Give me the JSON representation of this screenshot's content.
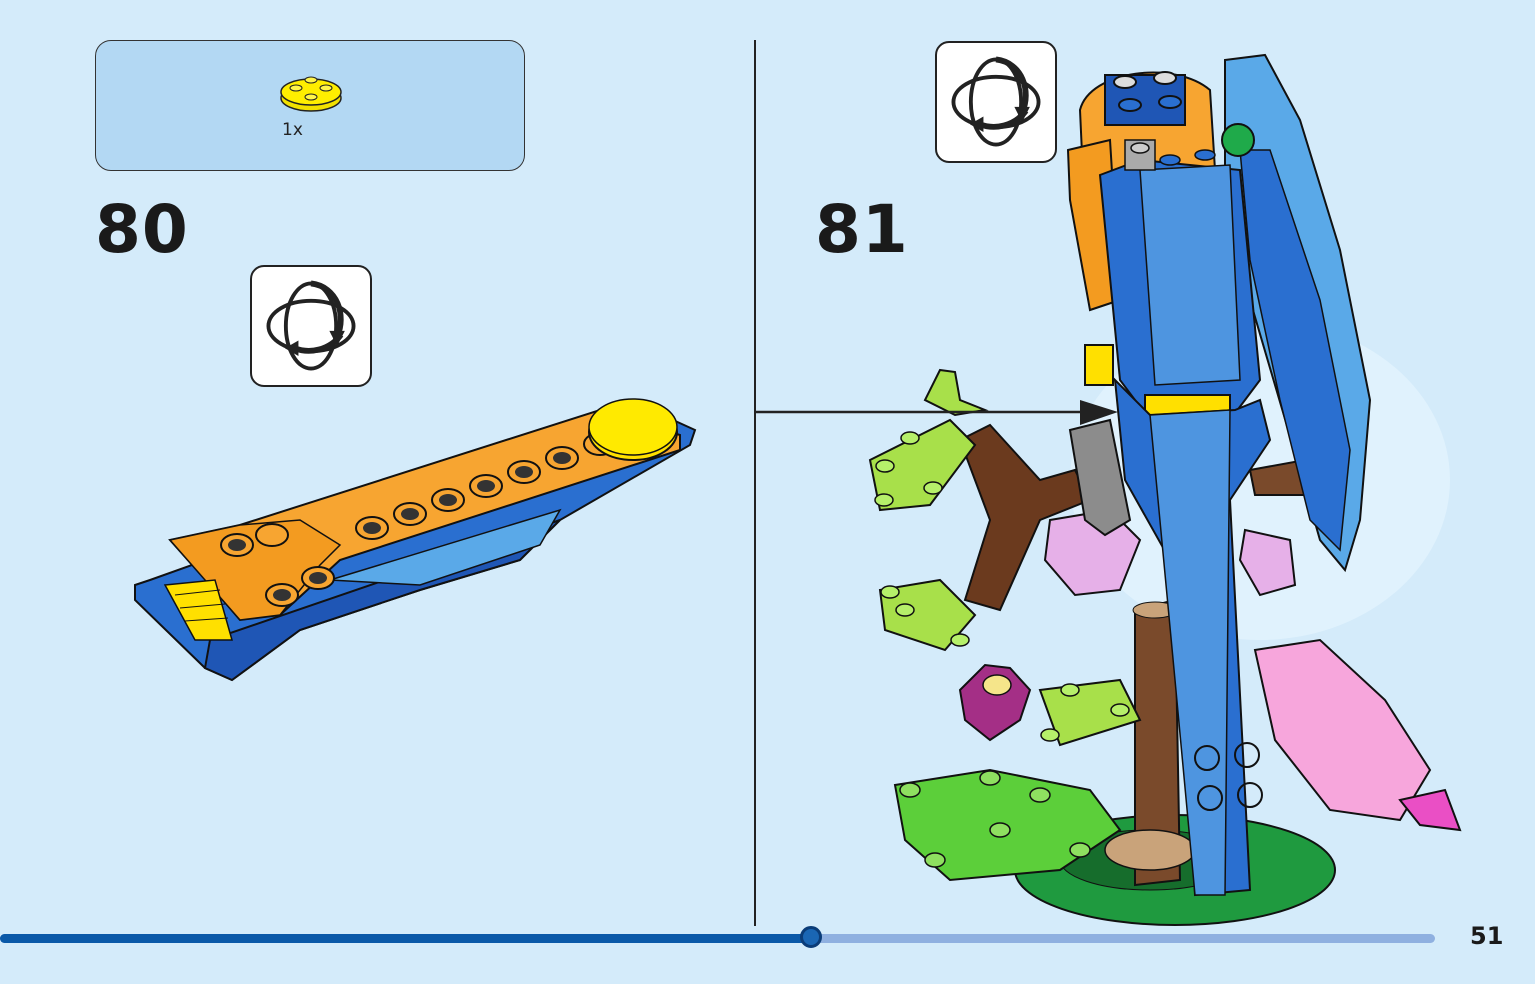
{
  "parts_list": {
    "quantity": "1x",
    "part_icon": "yellow-round-plate-icon"
  },
  "steps": [
    {
      "number": "80"
    },
    {
      "number": "81"
    }
  ],
  "rotate_icon": "rotate-model-icon",
  "progress": {
    "fraction": 0.565
  },
  "page_number": "51",
  "colors": {
    "background": "#d4ebfa",
    "parts_box": "#b3d8f3",
    "progress_fill": "#0a59a8",
    "progress_track": "#8fb0e0"
  }
}
